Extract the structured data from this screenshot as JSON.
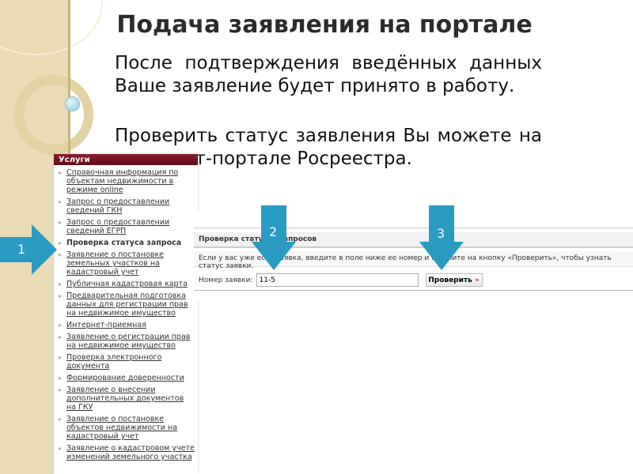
{
  "slide": {
    "title": "Подача заявления на портале",
    "paragraph1": "После подтверждения введённых данных Ваше заявление будет принято в работу.",
    "paragraph2": "Проверить статус заявления Вы можете на интернет-портале Росреестра."
  },
  "sidebar": {
    "header": "Услуги",
    "items": [
      {
        "label": "Справочная информация по объектам недвижимости в режиме online"
      },
      {
        "label": "Запрос о предоставлении сведений ГКН"
      },
      {
        "label": "Запрос о предоставлении сведений ЕГРП"
      },
      {
        "label": "Проверка статуса запроса",
        "active": true
      },
      {
        "label": "Заявление о постановке земельных участков на кадастровый учет"
      },
      {
        "label": "Публичная кадастровая карта"
      },
      {
        "label": "Предварительная подготовка данных для регистрации прав на недвижимое имущество"
      },
      {
        "label": "Интернет-приемная"
      },
      {
        "label": "Заявление о регистрации прав на недвижимое имущество"
      },
      {
        "label": "Проверка электронного документа"
      },
      {
        "label": "Формирование доверенности"
      },
      {
        "label": "Заявление о внесении дополнительных документов на ГКУ"
      },
      {
        "label": "Заявление о постановке объектов недвижимости на кадастровый учет"
      },
      {
        "label": "Заявление о кадастровом учете изменений земельного участка"
      }
    ]
  },
  "panel": {
    "header": "Проверка статусов запросов",
    "description": "Если у вас уже есть заявка, введите в поле ниже ее номер и нажмите на кнопку «Проверить», чтобы узнать статус заявки.",
    "field_label": "Номер заявки:",
    "field_value": "11-5",
    "button_label": "Проверить",
    "button_suffix": "»"
  },
  "arrows": {
    "a1": "1",
    "a2": "2",
    "a3": "3",
    "color": "#2a9bc2"
  }
}
